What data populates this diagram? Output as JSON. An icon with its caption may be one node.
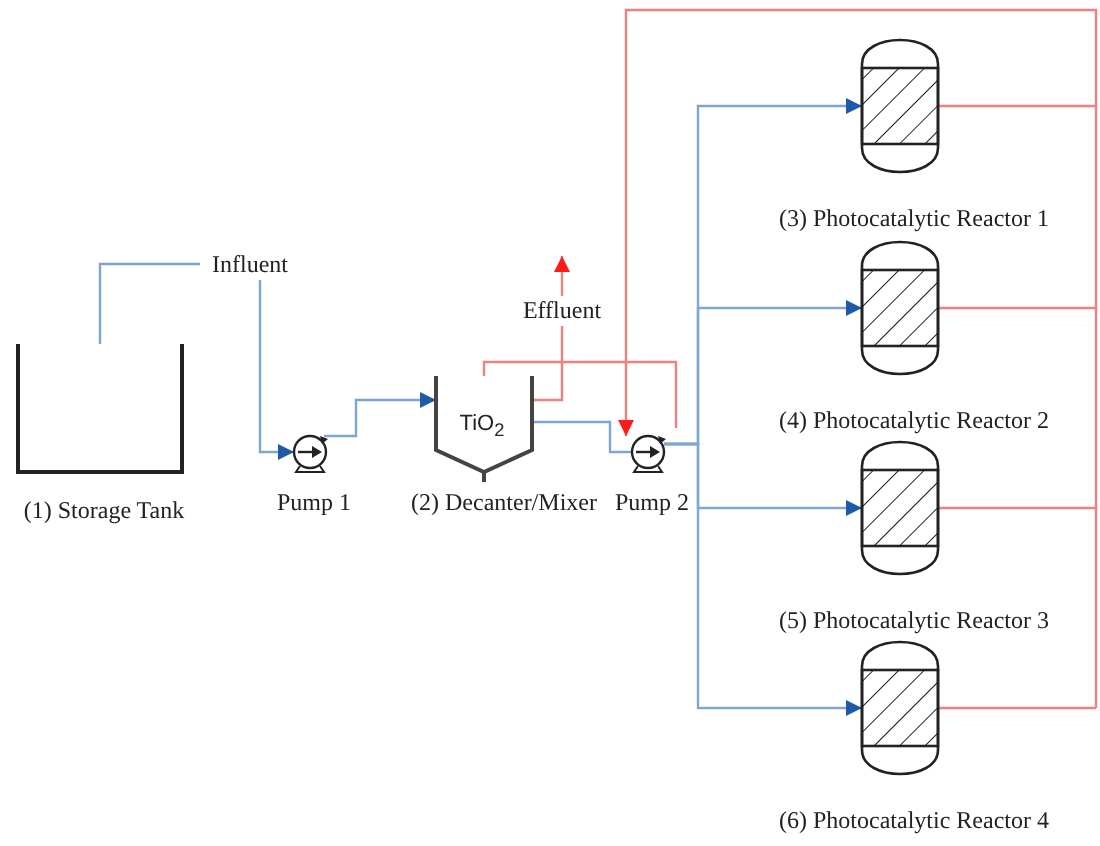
{
  "diagram": {
    "nodes": [
      {
        "text": [
          "(1) Storage Tank"
        ]
      },
      {
        "text": [
          "Influent"
        ]
      },
      {
        "text": [
          "Pump 1"
        ]
      },
      {
        "text": [
          "TiO$_{2}$",
          "(2) Decanter/Mixer"
        ]
      },
      {
        "text": [
          "Effluent"
        ]
      },
      {
        "text": [
          "Pump 2"
        ]
      },
      {
        "text": [
          "(3) Photocatalytic Reactor 1"
        ]
      },
      {
        "text": [
          "(4) Photocatalytic Reactor 2"
        ]
      },
      {
        "text": [
          "(5) Photocatalytic Reactor 3"
        ]
      },
      {
        "text": [
          "(6) Photocatalytic Reactor 4"
        ]
      }
    ],
    "edges": [
      {
        "from": 0,
        "to": 1,
        "arrow": "none"
      },
      {
        "from": 1,
        "to": 2,
        "arrow": "to"
      },
      {
        "from": 2,
        "to": 3,
        "arrow": "to"
      },
      {
        "from": 3,
        "to": 5,
        "arrow": "none"
      },
      {
        "from": 3,
        "to": 4,
        "arrow": "none",
        "color": "#f08080"
      },
      {
        "from": 4,
        "to": null,
        "arrow": "to",
        "color": "#f08080"
      },
      {
        "from": 5,
        "to": 3,
        "arrow": "none",
        "color": "#f08080"
      },
      {
        "from": 5,
        "to": 6,
        "arrow": "to"
      },
      {
        "from": 5,
        "to": 7,
        "arrow": "to"
      },
      {
        "from": 5,
        "to": 8,
        "arrow": "to"
      },
      {
        "from": 5,
        "to": 9,
        "arrow": "to"
      },
      {
        "from": 6,
        "to": 5,
        "arrow": "to",
        "color": "#f08080"
      },
      {
        "from": 7,
        "to": 5,
        "arrow": "to",
        "color": "#f08080"
      },
      {
        "from": 8,
        "to": 5,
        "arrow": "to",
        "color": "#f08080"
      },
      {
        "from": 9,
        "to": 5,
        "arrow": "to",
        "color": "#f08080"
      }
    ]
  }
}
